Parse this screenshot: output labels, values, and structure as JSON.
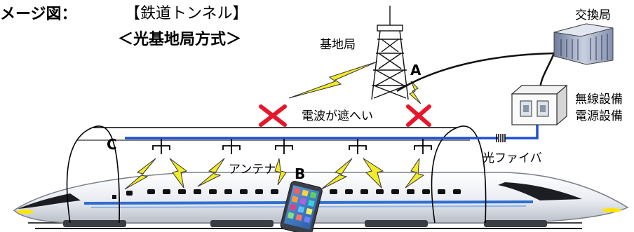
{
  "heading": "メージ図：",
  "title_line1": "【鉄道トンネル】",
  "title_line2": "＜光基地局方式＞",
  "labels": {
    "base_station": "基地局",
    "exchange": "交換局",
    "radio_equipment": "無線設備",
    "power_equipment": "電源設備",
    "blocked": "電波が遮へい",
    "antenna": "アンテナ",
    "fiber": "光ファイバ"
  },
  "markers": {
    "a": "A",
    "b": "B",
    "c": "C"
  },
  "colors": {
    "cable": "#1f4fd6",
    "cross": "#e8162a",
    "wave": "#f2ea2a",
    "train_stripe": "#2f6fd0",
    "yellow_light": "#ffe600"
  }
}
